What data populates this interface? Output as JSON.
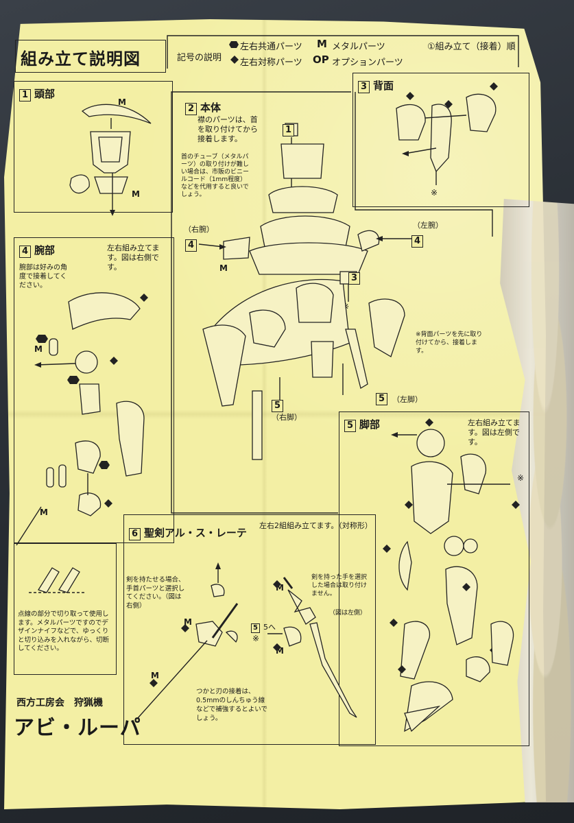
{
  "title": "組み立て説明図",
  "legend": {
    "label": "記号の説明",
    "common": "左右共通パーツ",
    "symmetric": "左右対称パーツ",
    "metal_mark": "M",
    "metal": "メタルパーツ",
    "option_mark": "OP",
    "option": "オプションパーツ",
    "order": "①組み立て（接着）順"
  },
  "sections": {
    "head": {
      "num": "1",
      "label": "頭部"
    },
    "body": {
      "num": "2",
      "label": "本体"
    },
    "back": {
      "num": "3",
      "label": "背面"
    },
    "arm": {
      "num": "4",
      "label": "腕部"
    },
    "leg": {
      "num": "5",
      "label": "脚部"
    },
    "sword": {
      "num": "6",
      "label": "聖剣アル・ス・レーテ"
    }
  },
  "notes": {
    "body_collar": "襟のパーツは、首を取り付けてから接着します。",
    "body_neck": "首のチューブ（メタルパーツ）の取り付けが難しい場合は、市販のビニールコード（1mm程度）などを代用すると良いでしょう。",
    "right_arm": "（右腕）",
    "left_arm": "（左腕）",
    "right_leg": "（右脚）",
    "left_leg": "（左脚）",
    "back_first": "※背面パーツを先に取り付けてから、接着します。",
    "arm_both": "左右組み立てます。図は右側です。",
    "arm_angle": "腕部は好みの角度で接着してください。",
    "arm_cut": "点線の部分で切り取って使用します。メタルパーツですのでデザインナイフなどで、ゆっくりと切り込みを入れながら、切断してください。",
    "leg_both": "左右組み立てます。図は左側です。",
    "sword_pairs": "左右2組組み立てます。（対称形）",
    "sword_choose": "剣を持たせる場合、手首パーツと選択してください。（図は右側）",
    "sword_hand": "剣を持った手を選択した場合は取り付けません。",
    "sword_left": "（図は左側）",
    "sword_joint": "つかと刃の接着は、0.5mmのしんちゅう線などで補強するとよいでしょう。",
    "to_leg": "5へ"
  },
  "marks": {
    "metal": "M",
    "asterisk": "※"
  },
  "maker": "西方工房会　狩猟機",
  "product": "アビ・ルーパ",
  "colors": {
    "paper": "#f3efa4",
    "ink": "#222222",
    "background": "#2b3036"
  }
}
